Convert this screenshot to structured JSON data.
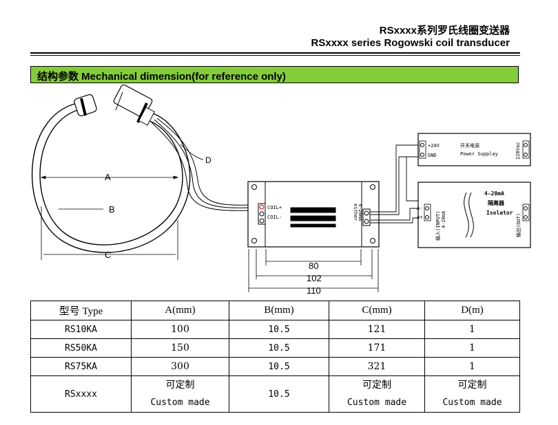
{
  "header": {
    "title_cn": "RSxxxx系列罗氏线圈变送器",
    "title_en": "RSxxxx series Rogowski coil transducer"
  },
  "section": {
    "title": "结构参数 Mechanical dimension(for reference only)"
  },
  "drawing": {
    "coil_labels": {
      "a": "A",
      "b": "B",
      "c": "C",
      "d": "D"
    },
    "transducer_terminals": {
      "pos": "COIL+",
      "neg": "COIL-"
    },
    "output_side": {
      "either": "either",
      "range": "4-20mA",
      "plus": "+",
      "minus": "-"
    },
    "dimensions": {
      "d80": "80",
      "d102": "102",
      "d110": "110"
    },
    "power_supply": {
      "v24": "+24V",
      "gnd": "GND",
      "title_cn": "开关电源",
      "title_en": "Power Supplay",
      "mains": "220Vac"
    },
    "isolator": {
      "range": "4-20mA",
      "name_cn": "隔离器",
      "name_en": "Isolator",
      "in_label": "输入(INPUT)",
      "out_label": "输出(OUT)",
      "a_minus": "A-",
      "a_plus": "A+",
      "input": "4-20mA"
    }
  },
  "table": {
    "headers": [
      "型号 Type",
      "A(mm)",
      "B(mm)",
      "C(mm)",
      "D(m)"
    ],
    "rows": [
      [
        "RS10KA",
        "100",
        "10.5",
        "121",
        "1"
      ],
      [
        "RS50KA",
        "150",
        "10.5",
        "171",
        "1"
      ],
      [
        "RS75KA",
        "300",
        "10.5",
        "321",
        "1"
      ]
    ],
    "custom_row": {
      "type": "RSxxxx",
      "a_cn": "可定制",
      "a_en": "Custom made",
      "b": "10.5",
      "c_cn": "可定制",
      "c_en": "Custom made",
      "d_cn": "可定制",
      "d_en": "Custom made"
    }
  }
}
